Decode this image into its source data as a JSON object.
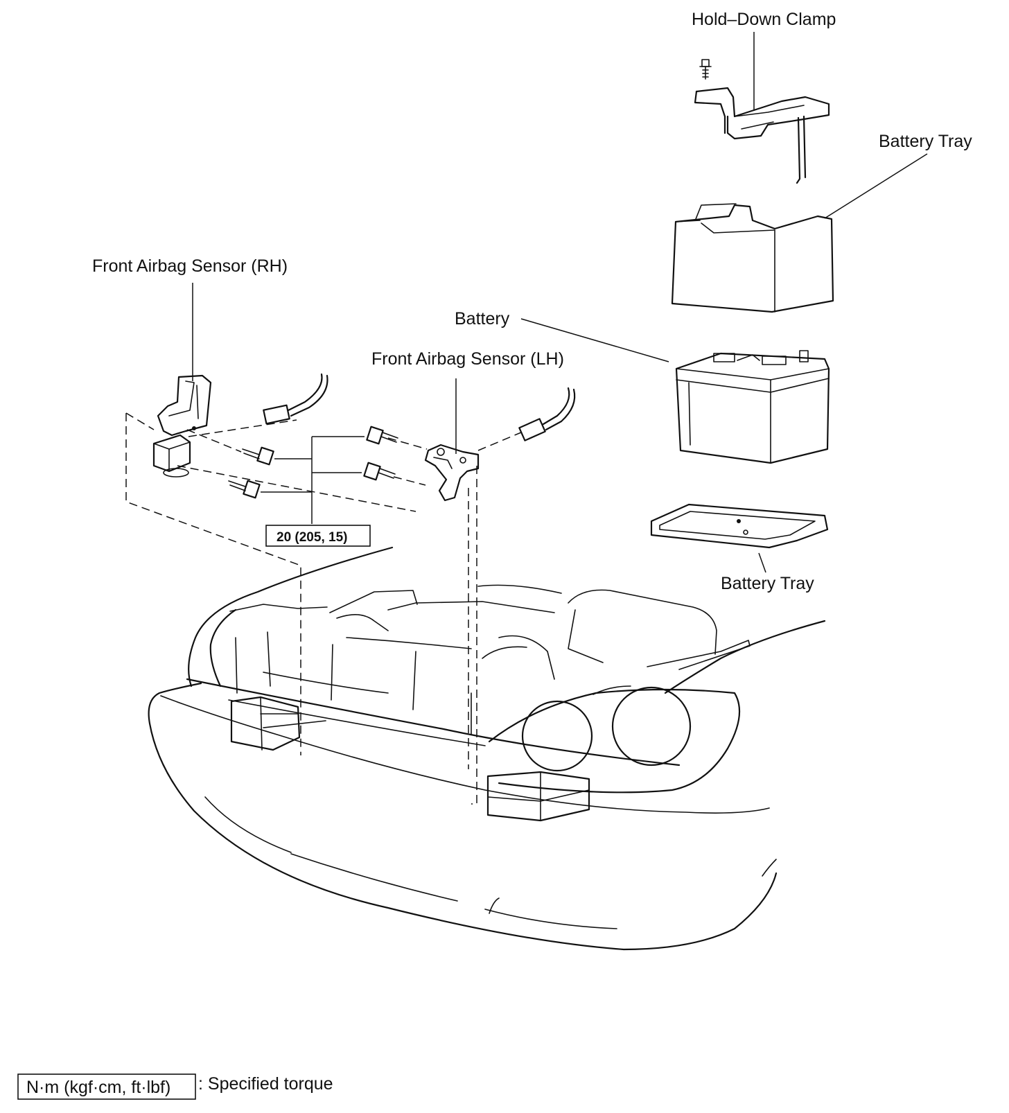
{
  "labels": {
    "hold_down_clamp": "Hold–Down Clamp",
    "battery_tray_upper": "Battery Tray",
    "battery": "Battery",
    "battery_tray_lower": "Battery Tray",
    "sensor_rh": "Front Airbag Sensor (RH)",
    "sensor_lh": "Front Airbag Sensor (LH)",
    "torque_value": "20 (205, 15)"
  },
  "legend": {
    "unit_box": "N·m (kgf·cm, ft·lbf)",
    "description": ": Specified torque"
  }
}
